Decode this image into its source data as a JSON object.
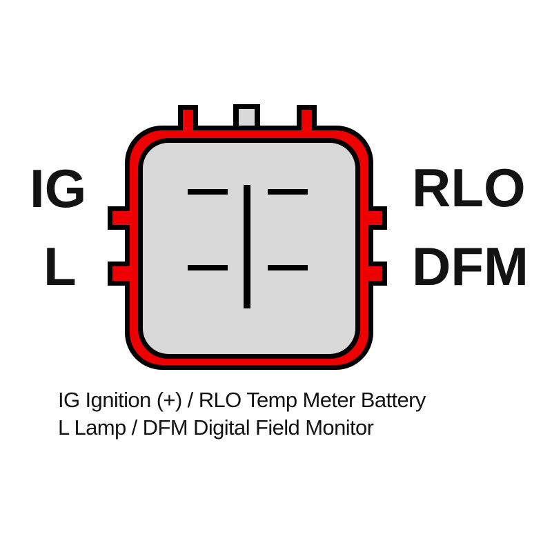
{
  "connector": {
    "labels": {
      "top_left": "IG",
      "bottom_left": "L",
      "top_right": "RLO",
      "bottom_right": "DFM"
    },
    "caption_line1": "IG Ignition (+) / RLO Temp Meter Battery",
    "caption_line2": "L Lamp / DFM Digital Field Monitor",
    "colors": {
      "connector_red": "#ee0000",
      "connector_gray": "#d9d9d9",
      "outline": "#000000",
      "label_text": "#131313",
      "background": "#ffffff"
    }
  }
}
